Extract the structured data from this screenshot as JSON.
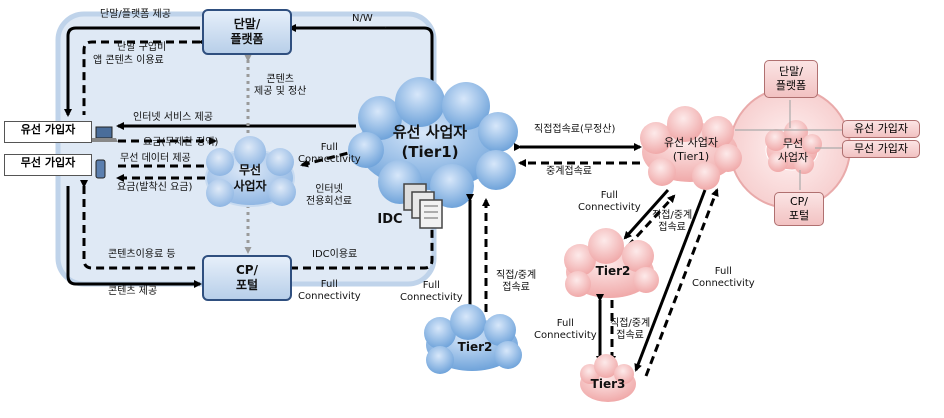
{
  "nodes": {
    "terminal": "단말/\n플랫폼",
    "cp": "CP/\n포털",
    "wired_sub": "유선 가입자",
    "wireless_sub": "무선 가입자",
    "wireless_op": "무선\n사업자",
    "tier1": "유선  사업자\n(Tier1)",
    "idc": "IDC",
    "tier2_left": "Tier2",
    "tier1_right": "유선 사업자\n(Tier1)",
    "wireless_op_right": "무선\n사업자",
    "terminal_right": "단말/\n플랫폼",
    "cp_right": "CP/\n포털",
    "wired_sub_right": "유선 가입자",
    "wireless_sub_right": "무선 가입자",
    "tier2_right": "Tier2",
    "tier3": "Tier3"
  },
  "labels": {
    "terminal_provide": "단말/플랫폼 제공",
    "nw": "N/W",
    "dot": ".",
    "device_fee": "단말 구입비",
    "app_fee": "앱 콘텐츠 이용료",
    "content_settle": "콘텐츠\n제공 및 정산",
    "internet_service": "인터넷 서비스 제공",
    "fee_unlimited": "요금(무제한 정액)",
    "wireless_data": "무선 데이터 제공",
    "fee_caller": "요금(발착신 요금)",
    "full_conn_1": "Full\nConnectivity",
    "leased_line": "인터넷\n전용회선료",
    "content_fee": "콘텐츠이용료 등",
    "idc_fee": "IDC이용료",
    "content_provide": "콘텐츠 제공",
    "full_conn_2": "Full\nConnectivity",
    "full_conn_3": "Full\nConnectivity",
    "direct_transit_1": "직접/중계\n접속료",
    "direct_fee": "직접접속료(무정산)",
    "transit_fee": "중계접속료",
    "full_conn_4": "Full\nConnectivity",
    "direct_transit_2": "직접/중계\n접속료",
    "full_conn_5": "Full\nConnectivity",
    "direct_transit_3": "직접/중계\n접속료",
    "full_conn_6": "Full\nConnectivity"
  },
  "colors": {
    "cloud_blue": "#9ec3ea",
    "cloud_pink": "#f6c6c6",
    "panel_bg": "#dde8f4",
    "box_border": "#2f4f7f"
  }
}
